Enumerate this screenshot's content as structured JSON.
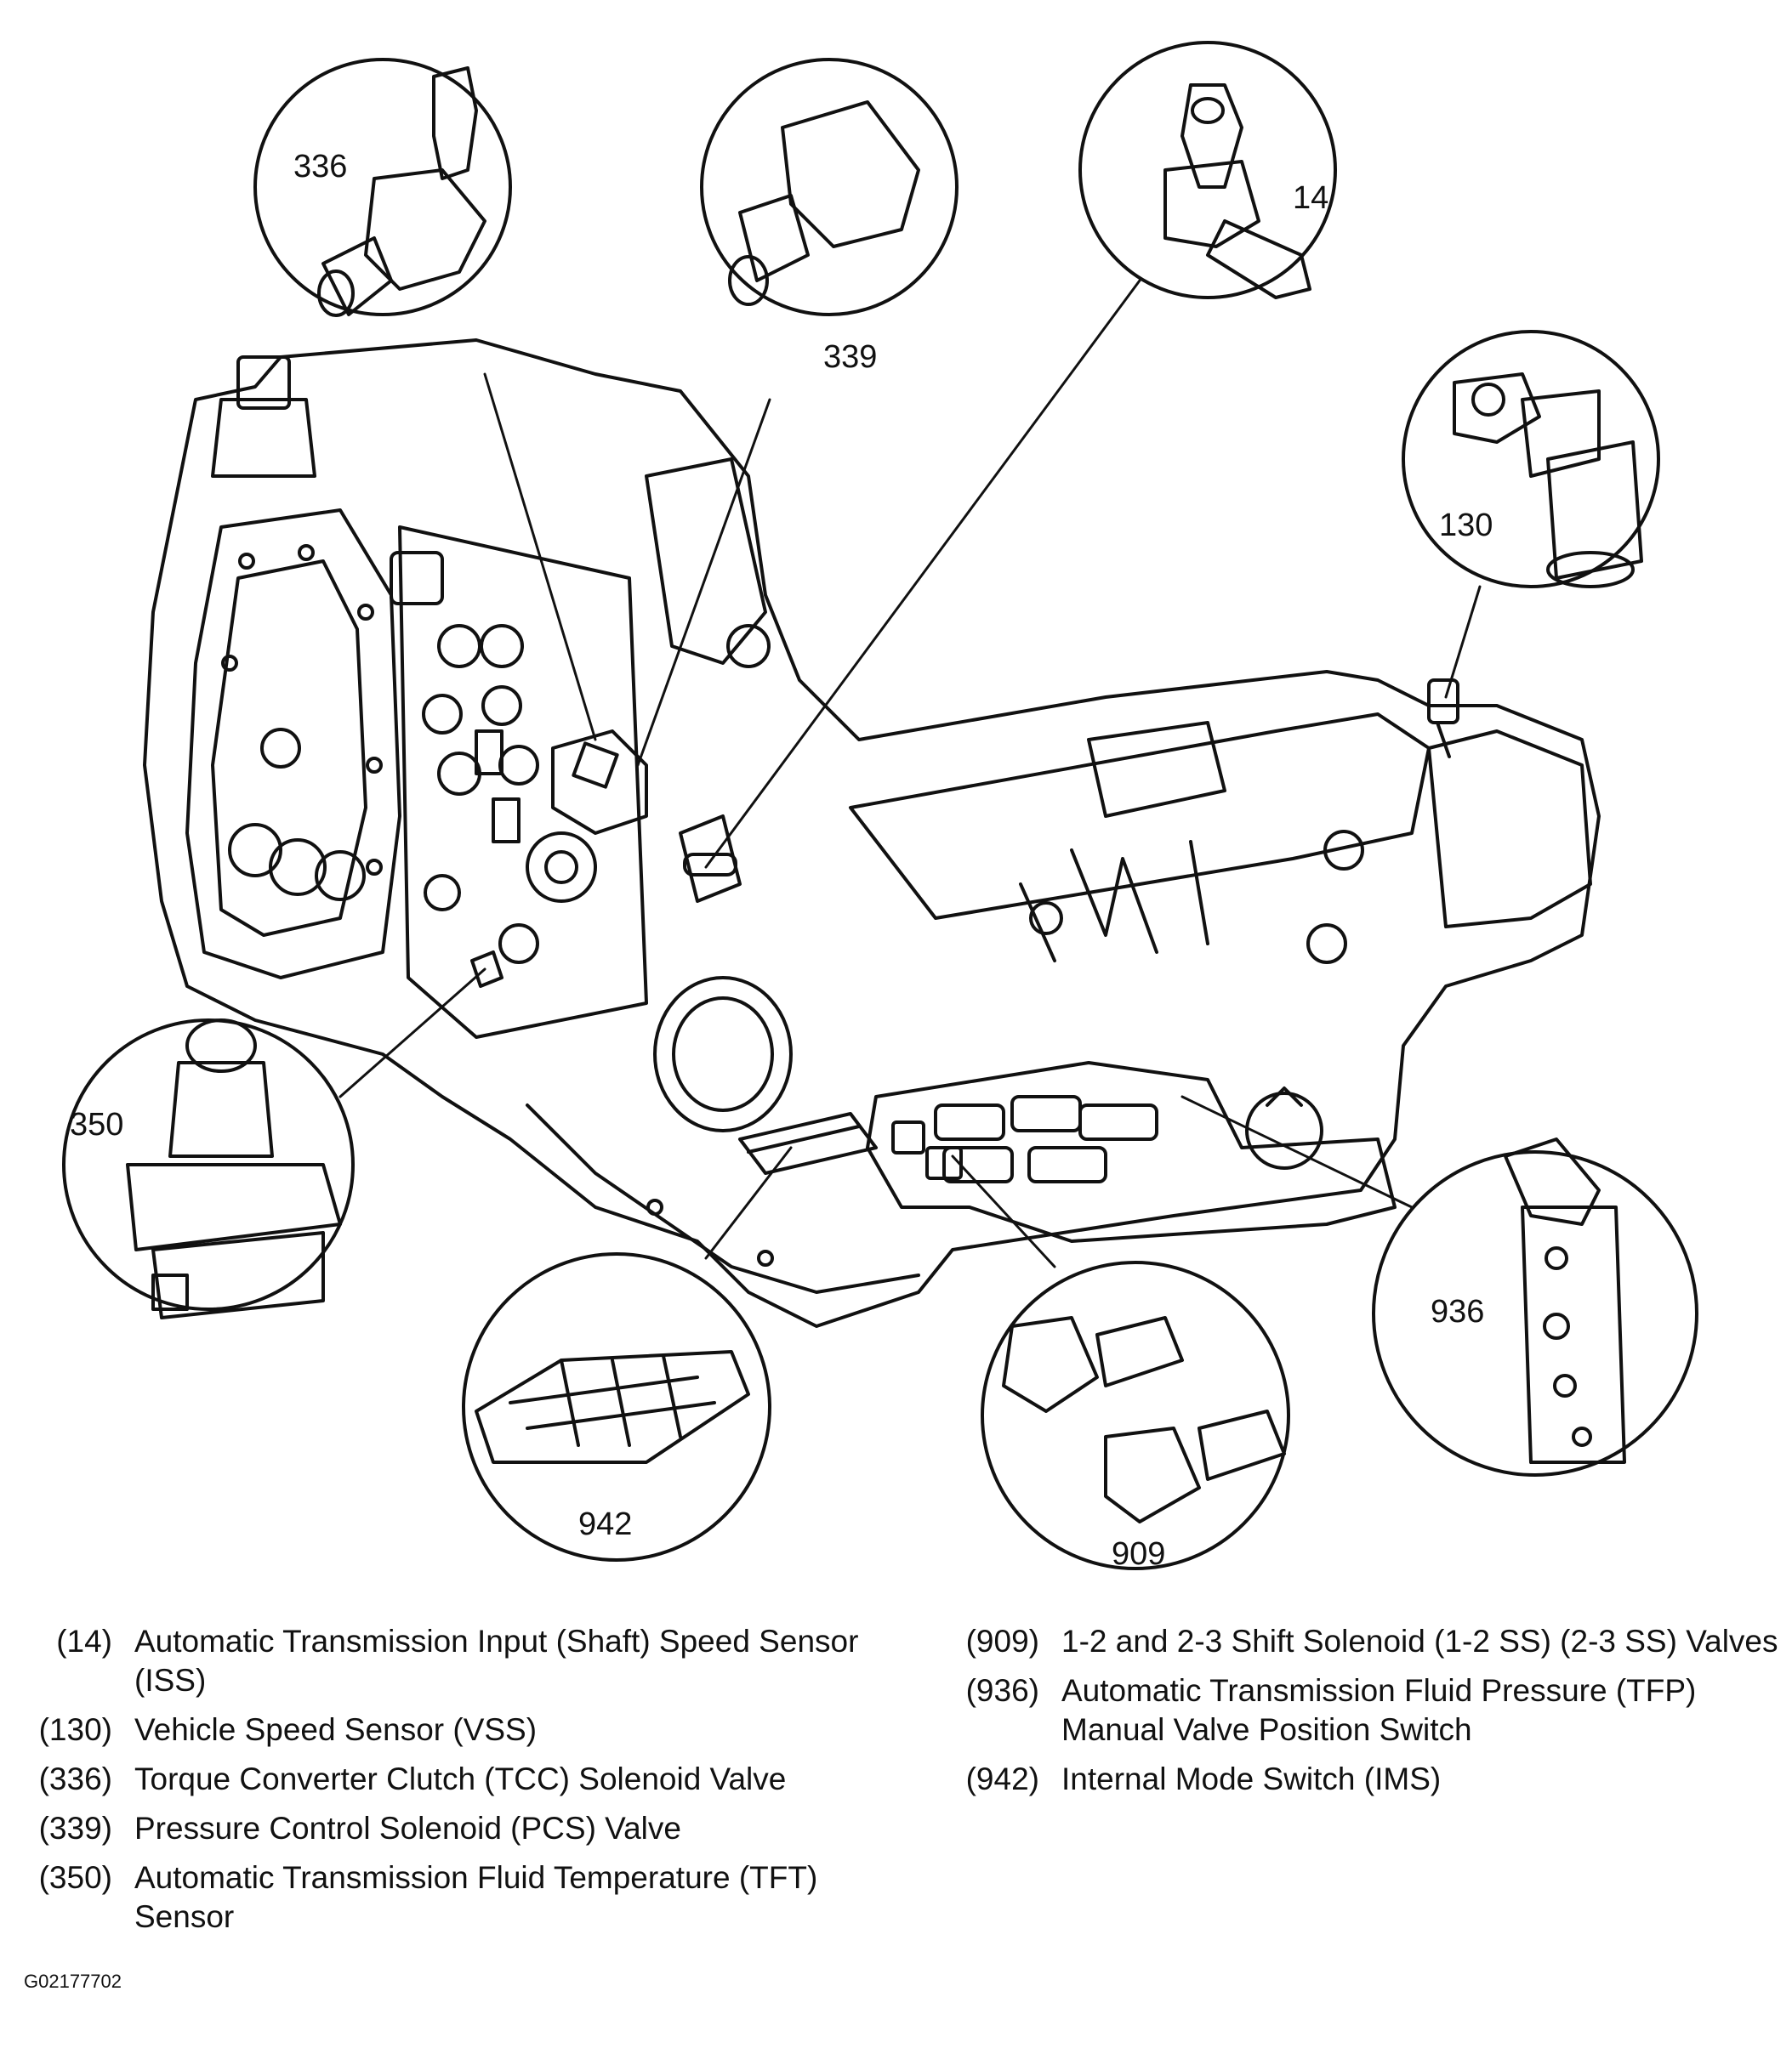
{
  "callouts": {
    "c336": "336",
    "c339": "339",
    "c14": "14",
    "c130": "130",
    "c350": "350",
    "c942": "942",
    "c909": "909",
    "c936": "936"
  },
  "legend": {
    "left": [
      {
        "num": "(14)",
        "text": "Automatic Transmission Input (Shaft) Speed Sensor (ISS)"
      },
      {
        "num": "(130)",
        "text": "Vehicle Speed Sensor (VSS)"
      },
      {
        "num": "(336)",
        "text": "Torque Converter Clutch (TCC) Solenoid Valve"
      },
      {
        "num": "(339)",
        "text": "Pressure Control Solenoid (PCS) Valve"
      },
      {
        "num": "(350)",
        "text": "Automatic Transmission Fluid Temperature (TFT) Sensor"
      }
    ],
    "right": [
      {
        "num": "(909)",
        "text": "1-2 and 2-3 Shift Solenoid (1-2 SS) (2-3 SS) Valves"
      },
      {
        "num": "(936)",
        "text": "Automatic Transmission Fluid Pressure (TFP) Manual Valve Position Switch"
      },
      {
        "num": "(942)",
        "text": "Internal Mode Switch (IMS)"
      }
    ]
  },
  "figure_id": "G02177702"
}
